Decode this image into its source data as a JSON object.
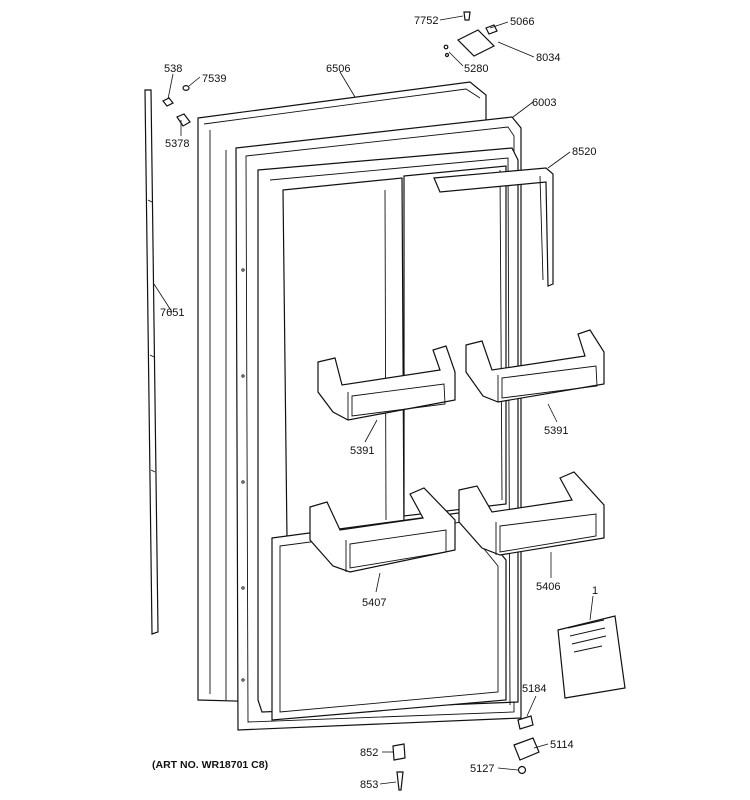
{
  "diagram": {
    "art_number": "(ART NO. WR18701 C8)",
    "callouts": [
      {
        "id": "7752"
      },
      {
        "id": "5066"
      },
      {
        "id": "8034"
      },
      {
        "id": "5280"
      },
      {
        "id": "538"
      },
      {
        "id": "7539"
      },
      {
        "id": "6506"
      },
      {
        "id": "6003"
      },
      {
        "id": "5378"
      },
      {
        "id": "8520"
      },
      {
        "id": "7651"
      },
      {
        "id": "5391a",
        "text": "5391"
      },
      {
        "id": "5391b",
        "text": "5391"
      },
      {
        "id": "5407"
      },
      {
        "id": "5406"
      },
      {
        "id": "1"
      },
      {
        "id": "5184"
      },
      {
        "id": "5114"
      },
      {
        "id": "852"
      },
      {
        "id": "853"
      },
      {
        "id": "5127"
      }
    ],
    "labels": {
      "c7752": "7752",
      "c5066": "5066",
      "c8034": "8034",
      "c5280": "5280",
      "c538": "538",
      "c7539": "7539",
      "c6506": "6506",
      "c6003": "6003",
      "c5378": "5378",
      "c8520": "8520",
      "c7651": "7651",
      "c5391a": "5391",
      "c5391b": "5391",
      "c5407": "5407",
      "c5406": "5406",
      "c1": "1",
      "c5184": "5184",
      "c5114": "5114",
      "c852": "852",
      "c853": "853",
      "c5127": "5127"
    }
  }
}
